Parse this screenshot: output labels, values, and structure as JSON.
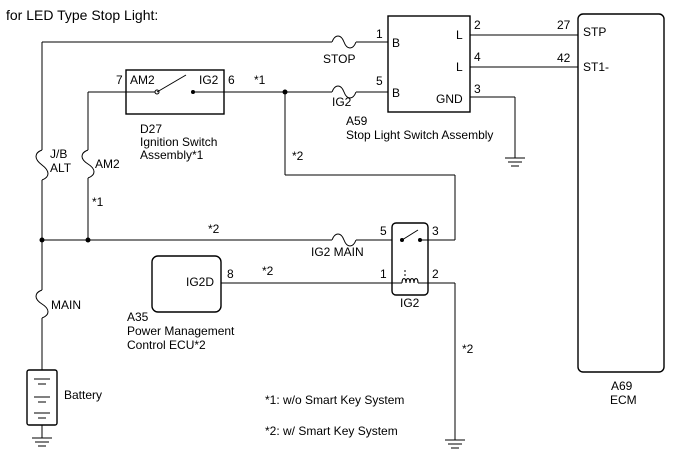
{
  "title": "for LED Type Stop Light:",
  "components": {
    "stop_light_switch": {
      "code": "A59",
      "name": "Stop Light Switch Assembly",
      "pins": {
        "p1": "1",
        "p2": "2",
        "p3": "3",
        "p4": "4",
        "p5": "5"
      },
      "terms": {
        "b1": "B",
        "b2": "B",
        "l1": "L",
        "l2": "L",
        "gnd": "GND"
      }
    },
    "ignition_switch": {
      "code": "D27",
      "name_line1": "Ignition Switch",
      "name_line2": "Assembly*1",
      "terms": {
        "left": "AM2",
        "right": "IG2"
      },
      "pins": {
        "left": "7",
        "right": "6"
      }
    },
    "ecm": {
      "code": "A69",
      "name": "ECM",
      "terms": {
        "stp": "STP",
        "st1": "ST1-"
      },
      "pins": {
        "stp": "27",
        "st1": "42"
      }
    },
    "ig2_relay": {
      "name": "IG2",
      "pins": {
        "p1": "1",
        "p2": "2",
        "p3": "3",
        "p5": "5"
      }
    },
    "power_mgmt_ecu": {
      "code": "A35",
      "name_line1": "Power Management",
      "name_line2": "Control ECU*2",
      "term": "IG2D",
      "pin": "8"
    },
    "battery": {
      "name": "Battery"
    }
  },
  "fuses": {
    "stop": "STOP",
    "ig2": "IG2",
    "ig2_main": "IG2 MAIN",
    "main": "MAIN",
    "alt_line1": "J/B",
    "alt_line2": "ALT",
    "am2": "AM2"
  },
  "wire_notes": {
    "n1_top": "*1",
    "n1_left": "*1",
    "n2_mid": "*2",
    "n2_relay": "*2",
    "n2_ecu": "*2",
    "n2_ground": "*2"
  },
  "legend": {
    "note1": "*1: w/o Smart Key System",
    "note2": "*2: w/ Smart Key System"
  },
  "colors": {
    "line": "#000000",
    "background": "#ffffff"
  }
}
